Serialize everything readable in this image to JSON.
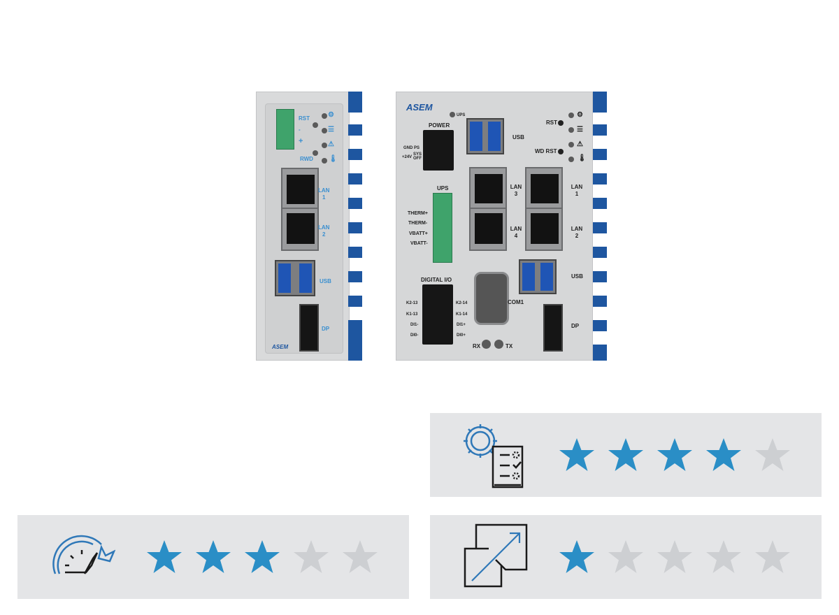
{
  "device_small": {
    "brand": "ASEM",
    "labels": {
      "rst": "RST",
      "minus": "-",
      "plus": "+",
      "rwd": "RWD",
      "lan1": "LAN\n1",
      "lan2": "LAN\n2",
      "usb": "USB",
      "dp": "DP"
    }
  },
  "device_large": {
    "brand": "ASEM",
    "labels": {
      "ups_led": "UPS",
      "power": "POWER",
      "gnd": "GND",
      "ps": "PS",
      "v24": "+24V",
      "sysoff": "SYS OFF",
      "usb_top": "USB",
      "rst": "RST",
      "wdrst": "WD RST",
      "ups": "UPS",
      "therm_p": "THERM+",
      "therm_m": "THERM-",
      "vbatt_p": "VBATT+",
      "vbatt_m": "VBATT-",
      "lan3": "LAN 3",
      "lan4": "LAN 4",
      "lan1": "LAN 1",
      "lan2": "LAN 2",
      "usb_bottom": "USB",
      "digital_io": "DIGITAL I/O",
      "k213": "K2-13",
      "k113": "K1-13",
      "di1m": "DI1-",
      "di0m": "DI0-",
      "k214": "K2-14",
      "k114": "K1-14",
      "di1p": "DI1+",
      "di0p": "DI0+",
      "com1": "COM1",
      "rx": "RX",
      "tx": "TX",
      "dp": "DP"
    }
  },
  "ratings": [
    {
      "icon": "configuration-checklist-icon",
      "value": 4,
      "max": 5
    },
    {
      "icon": "performance-speedometer-icon",
      "value": 3,
      "max": 5
    },
    {
      "icon": "scalability-expand-icon",
      "value": 1,
      "max": 5
    }
  ],
  "colors": {
    "star_on": "#2a8ec6",
    "star_off": "#cdcfd2",
    "panel": "#e4e5e7",
    "accent": "#1e56a0"
  }
}
